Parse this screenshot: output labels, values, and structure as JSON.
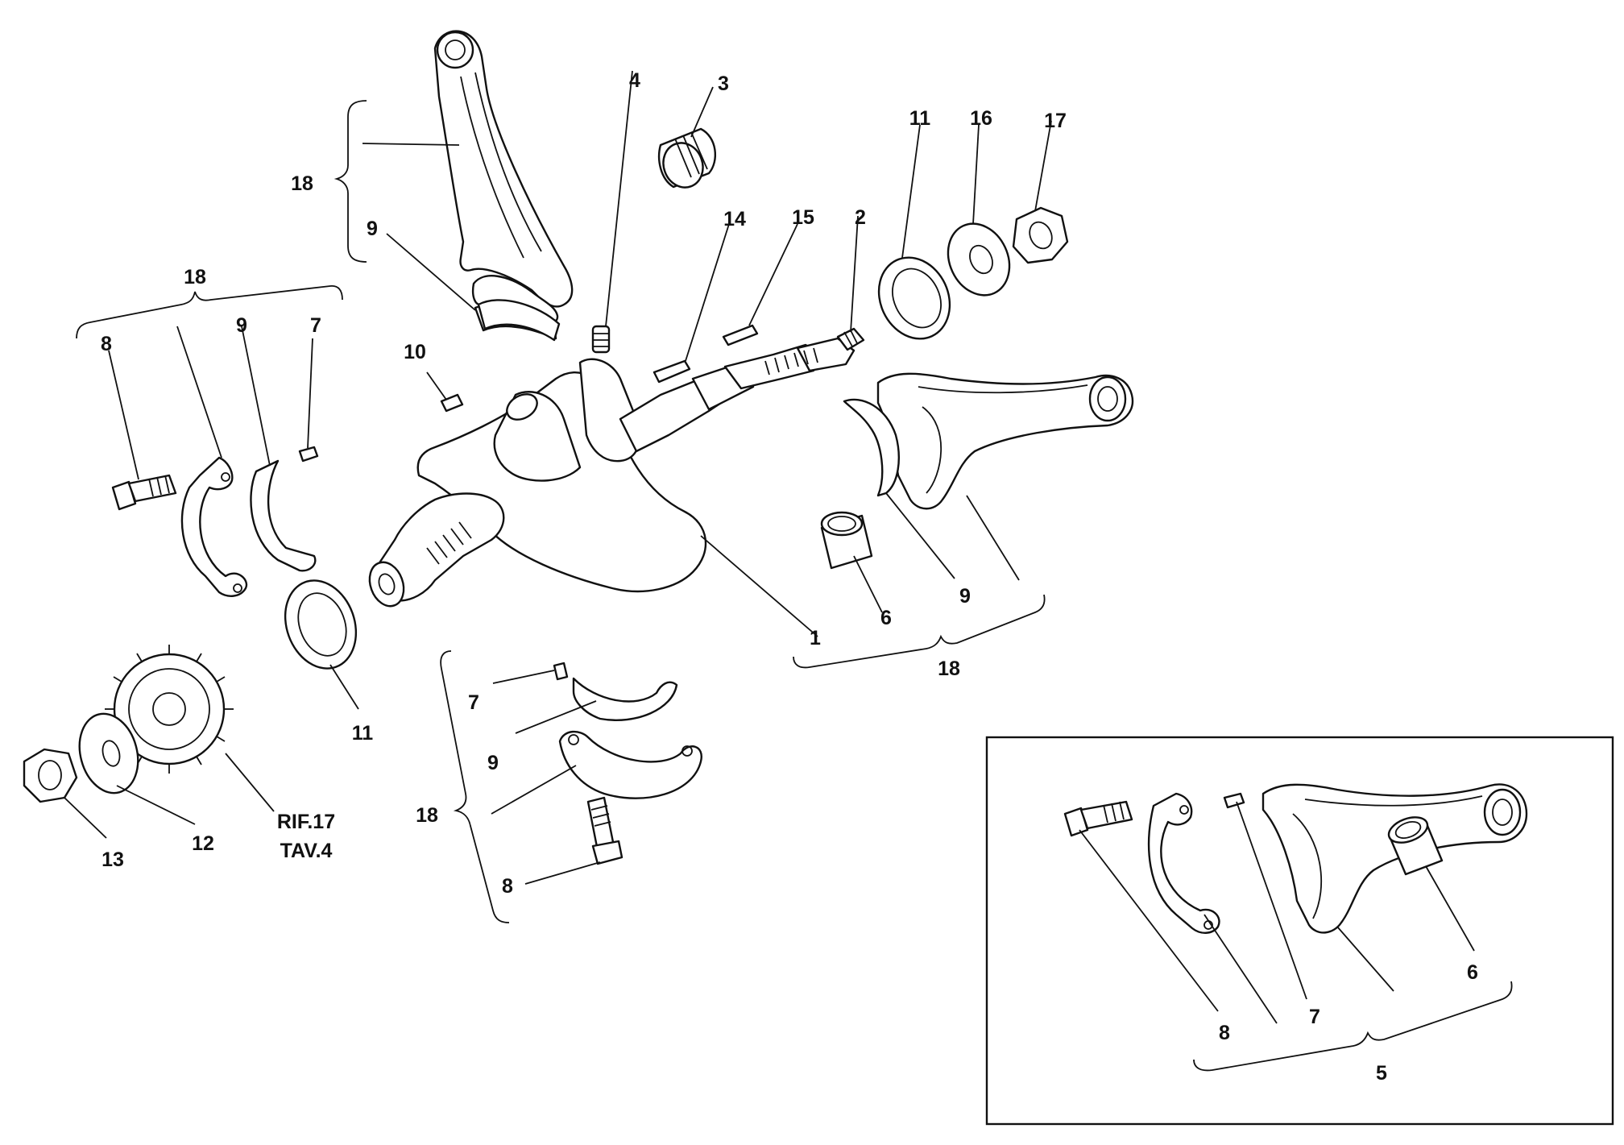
{
  "labels": {
    "l1": "1",
    "l2": "2",
    "l3": "3",
    "l4": "4",
    "l6a": "6",
    "l6b": "6",
    "l7a": "7",
    "l7b": "7",
    "l7c": "7",
    "l8a": "8",
    "l8b": "8",
    "l8c": "8",
    "l9a": "9",
    "l9b": "9",
    "l9c": "9",
    "l9d": "9",
    "l10": "10",
    "l11a": "11",
    "l11b": "11",
    "l12": "12",
    "l13": "13",
    "l14": "14",
    "l15": "15",
    "l16": "16",
    "l17": "17",
    "l18a": "18",
    "l18b": "18",
    "l18c": "18",
    "l18d": "18",
    "l5": "5"
  },
  "reference": {
    "line1": "RIF.17",
    "line2": "TAV.4"
  }
}
